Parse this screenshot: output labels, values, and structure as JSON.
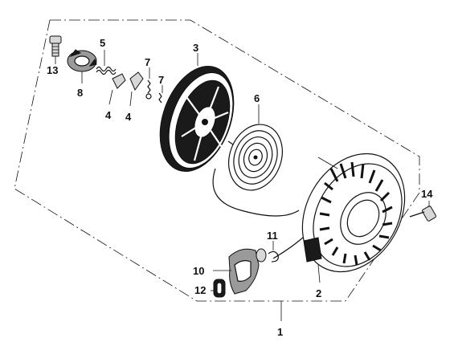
{
  "diagram": {
    "callouts": {
      "c1": "1",
      "c2": "2",
      "c3": "3",
      "c4a": "4",
      "c4b": "4",
      "c5": "5",
      "c6": "6",
      "c7a": "7",
      "c7b": "7",
      "c8": "8",
      "c10": "10",
      "c11": "11",
      "c12": "12",
      "c13": "13",
      "c14": "14"
    }
  }
}
